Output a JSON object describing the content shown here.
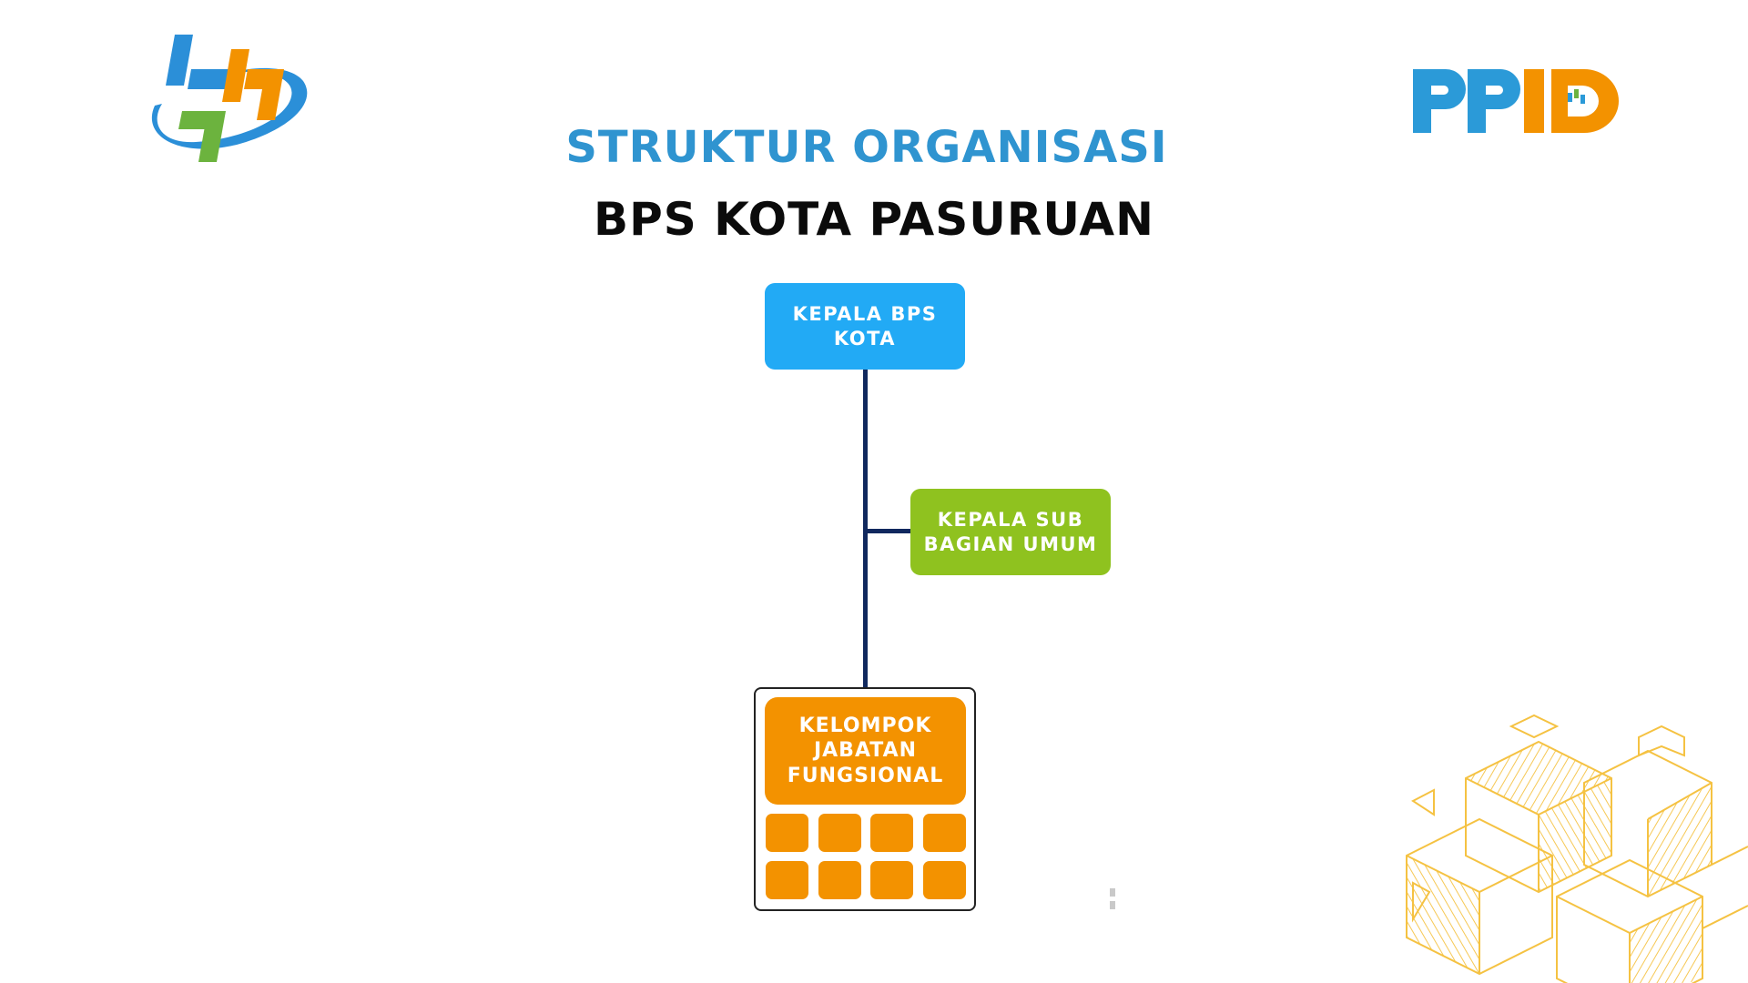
{
  "header": {
    "title": "STRUKTUR ORGANISASI",
    "subtitle": "BPS KOTA PASURUAN",
    "left_logo": "bps-logo",
    "right_logo": "ppid-logo"
  },
  "chart": {
    "head": {
      "line1": "KEPALA BPS",
      "line2": "KOTA"
    },
    "sub": {
      "line1": "KEPALA SUB",
      "line2": "BAGIAN UMUM"
    },
    "functional": {
      "line1": "KELOMPOK",
      "line2": "JABATAN",
      "line3": "FUNGSIONAL"
    },
    "member_cells": 8
  },
  "colors": {
    "title_blue": "#2f94d0",
    "head_blue": "#22aaf5",
    "sub_green": "#8fc21f",
    "func_orange": "#f39200",
    "connector_navy": "#10285e",
    "decor_gold": "#f5c242"
  }
}
